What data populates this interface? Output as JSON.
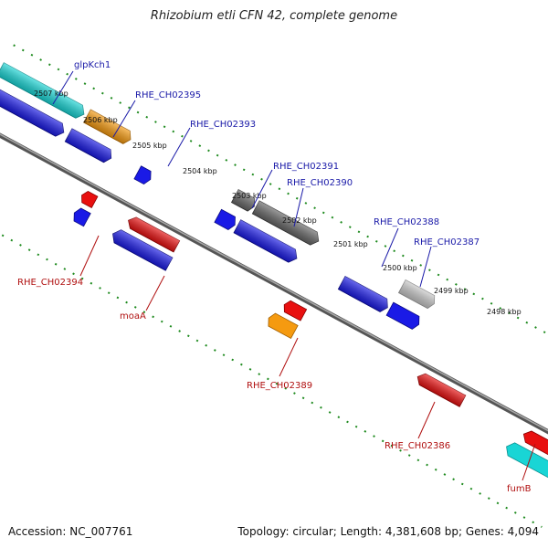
{
  "title": "Rhizobium etli CFN 42, complete genome",
  "footer": {
    "accession": "Accession: NC_007761",
    "summary": "Topology: circular; Length: 4,381,608 bp; Genes: 4,094"
  },
  "colors": {
    "backbone": "#7a7a7a",
    "ticks": "#1e8a1e",
    "plus_label": "#1a1aa8",
    "minus_label": "#b01010",
    "cyan": "#19d5d5",
    "orange": "#f59a10",
    "blue": "#1a1ae6",
    "red": "#e81010",
    "dark_gray": "#666666",
    "light_gray": "#bdbdbd"
  },
  "scale_labels": [
    "2507 kbp",
    "2506 kbp",
    "2505 kbp",
    "2504 kbp",
    "2503 kbp",
    "2502 kbp",
    "2501 kbp",
    "2500 kbp",
    "2499 kbp",
    "2498 kbp"
  ],
  "gene_labels_plus": [
    "glpKch1",
    "RHE_CH02395",
    "RHE_CH02393",
    "RHE_CH02391",
    "RHE_CH02390",
    "RHE_CH02388",
    "RHE_CH02387"
  ],
  "gene_labels_minus": [
    "RHE_CH02394",
    "moaA",
    "RHE_CH02389",
    "RHE_CH02386",
    "fumB"
  ]
}
